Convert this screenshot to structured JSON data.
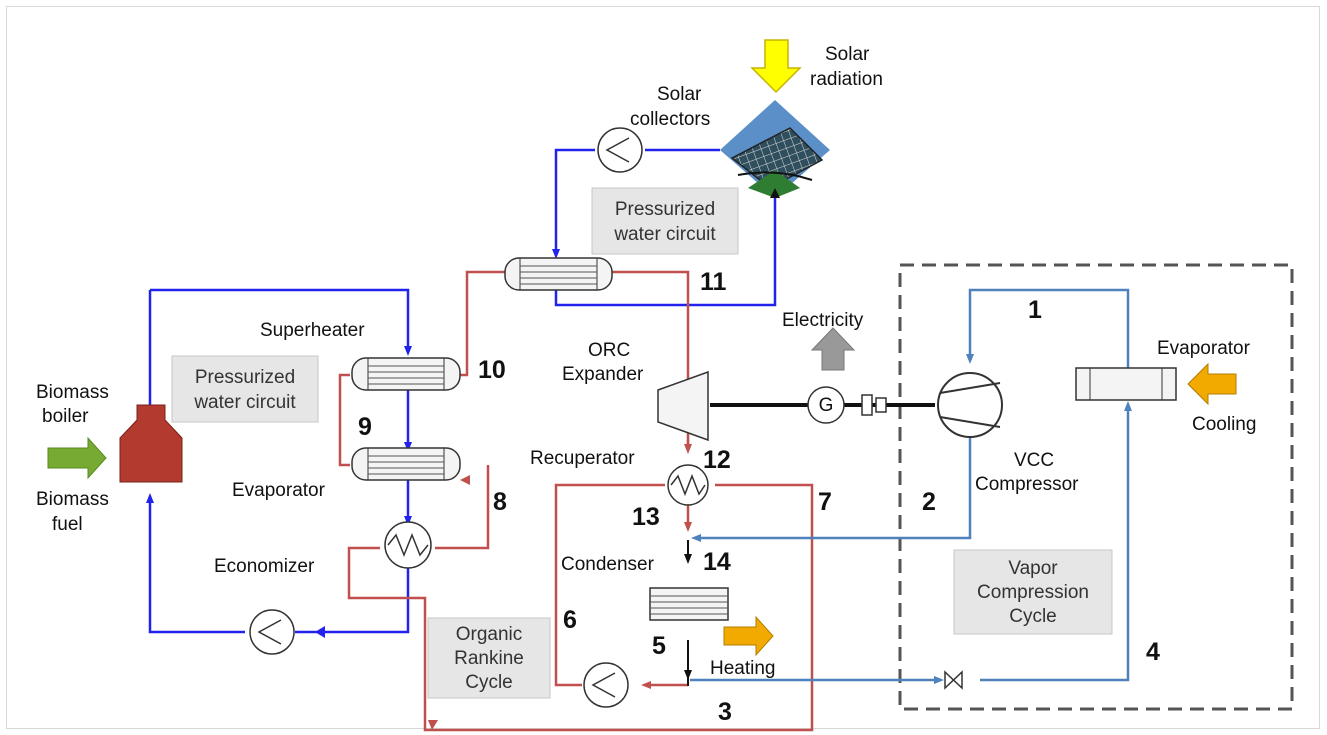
{
  "labels": {
    "solar_radiation_1": "Solar",
    "solar_radiation_2": "radiation",
    "solar_collectors_1": "Solar",
    "solar_collectors_2": "collectors",
    "superheater": "Superheater",
    "biomass_boiler_1": "Biomass",
    "biomass_boiler_2": "boiler",
    "biomass_fuel_1": "Biomass",
    "biomass_fuel_2": "fuel",
    "evaporator_left": "Evaporator",
    "economizer": "Economizer",
    "orc_expander_1": "ORC",
    "orc_expander_2": "Expander",
    "electricity": "Electricity",
    "recuperator": "Recuperator",
    "condenser": "Condenser",
    "heating": "Heating",
    "evaporator_right": "Evaporator",
    "cooling": "Cooling",
    "vcc_compressor_1": "VCC",
    "vcc_compressor_2": "Compressor",
    "generator": "G"
  },
  "boxes": {
    "pwc_top_1": "Pressurized",
    "pwc_top_2": "water circuit",
    "pwc_left_1": "Pressurized",
    "pwc_left_2": "water circuit",
    "orc_1": "Organic",
    "orc_2": "Rankine",
    "orc_3": "Cycle",
    "vcc_1": "Vapor",
    "vcc_2": "Compression",
    "vcc_3": "Cycle"
  },
  "state_points": {
    "p1": "1",
    "p2": "2",
    "p3": "3",
    "p4": "4",
    "p5": "5",
    "p6": "6",
    "p7": "7",
    "p8": "8",
    "p9": "9",
    "p10": "10",
    "p11": "11",
    "p12": "12",
    "p13": "13",
    "p14": "14"
  },
  "colors": {
    "water_circuit": "#2222ee",
    "orc_fluid": "#c0504d",
    "refrigerant": "#4f81bd",
    "boiler": "#b23a2e",
    "solar_arrow": "#ffff00",
    "biomass_arrow": "#77aa33",
    "heat_arrow": "#f2a900",
    "box_fill": "#e6e6e6"
  }
}
